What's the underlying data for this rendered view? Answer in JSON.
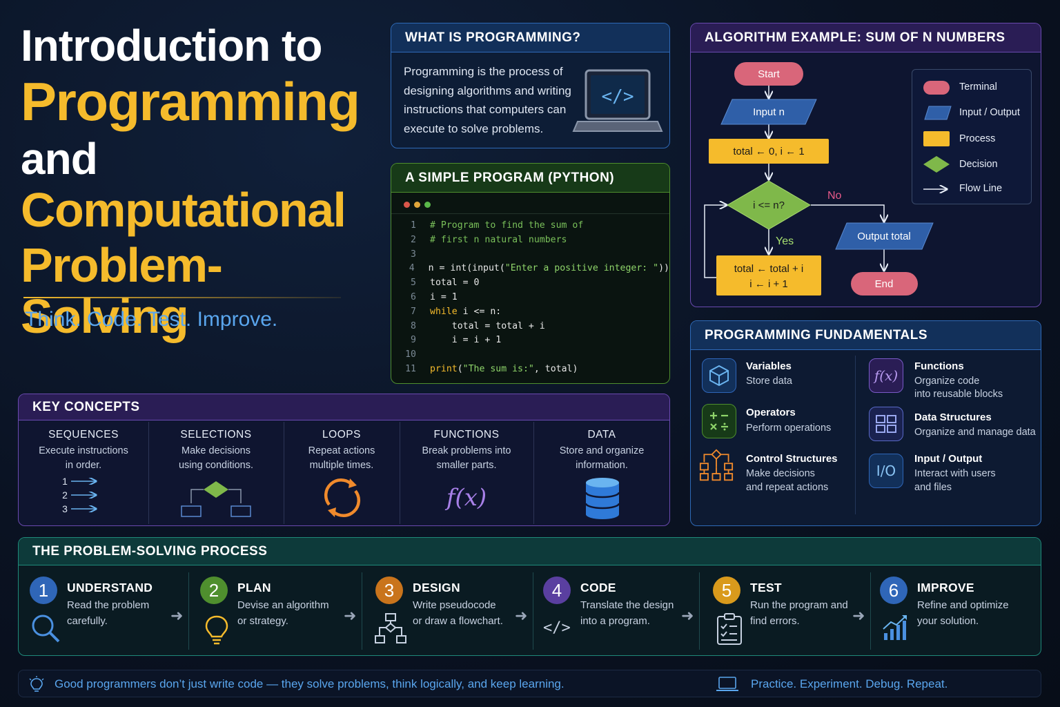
{
  "title": {
    "line1": "Introduction to",
    "line2": "Programming",
    "line3": "and",
    "line4": "Computational",
    "line5": "Problem-Solving",
    "tagline": "Think. Code. Test. Improve."
  },
  "what_is": {
    "heading": "WHAT IS PROGRAMMING?",
    "body": "Programming is the process of designing algorithms and writing instructions that computers can execute to solve problems.",
    "icon": "laptop-code-icon"
  },
  "code_panel": {
    "heading": "A SIMPLE PROGRAM (PYTHON)",
    "lines": [
      {
        "num": "1",
        "text": "# Program to find the sum of"
      },
      {
        "num": "2",
        "text": "# first n natural numbers"
      },
      {
        "num": "3",
        "text": ""
      },
      {
        "num": "4",
        "text": "n = int(input(\"Enter a positive integer: \"))"
      },
      {
        "num": "5",
        "text": "total = 0"
      },
      {
        "num": "6",
        "text": "i = 1"
      },
      {
        "num": "7",
        "text": "while i <= n:"
      },
      {
        "num": "8",
        "text": "    total = total + i"
      },
      {
        "num": "9",
        "text": "    i = i + 1"
      },
      {
        "num": "10",
        "text": ""
      },
      {
        "num": "11",
        "text": "print(\"The sum is:\", total)"
      }
    ]
  },
  "algorithm": {
    "heading": "ALGORITHM EXAMPLE: SUM OF N NUMBERS",
    "start": "Start",
    "input": "Input n",
    "init": "total ← 0, i ← 1",
    "decision": "i <= n?",
    "no": "No",
    "yes": "Yes",
    "body1": "total ← total + i",
    "body2": "i ← i + 1",
    "output": "Output total",
    "end": "End",
    "legend": [
      "Terminal",
      "Input / Output",
      "Process",
      "Decision",
      "Flow Line"
    ],
    "colors": {
      "terminal": "#d9667a",
      "io": "#2f5fa8",
      "process": "#f5bb2c",
      "decision": "#7fb84a"
    }
  },
  "fundamentals": {
    "heading": "PROGRAMMING FUNDAMENTALS",
    "items": [
      {
        "title": "Variables",
        "desc1": "Store data",
        "desc2": "",
        "icon": "cube-icon"
      },
      {
        "title": "Operators",
        "desc1": "Perform operations",
        "desc2": "",
        "icon": "operators-icon"
      },
      {
        "title": "Control Structures",
        "desc1": "Make decisions",
        "desc2": "and repeat actions",
        "icon": "flow-structure-icon"
      },
      {
        "title": "Functions",
        "desc1": "Organize code",
        "desc2": "into reusable blocks",
        "icon": "function-icon"
      },
      {
        "title": "Data Structures",
        "desc1": "Organize and manage data",
        "desc2": "",
        "icon": "grid-icon"
      },
      {
        "title": "Input / Output",
        "desc1": "Interact with users",
        "desc2": "and files",
        "icon": "io-icon"
      }
    ],
    "fx_glyph": "f(x)",
    "io_glyph": "I/O"
  },
  "key_concepts": {
    "heading": "KEY CONCEPTS",
    "items": [
      {
        "title": "SEQUENCES",
        "desc1": "Execute instructions",
        "desc2": "in order.",
        "icon": "numbered-arrows-icon"
      },
      {
        "title": "SELECTIONS",
        "desc1": "Make decisions",
        "desc2": "using conditions.",
        "icon": "branch-icon"
      },
      {
        "title": "LOOPS",
        "desc1": "Repeat actions",
        "desc2": "multiple times.",
        "icon": "loop-icon"
      },
      {
        "title": "FUNCTIONS",
        "desc1": "Break problems into",
        "desc2": "smaller parts.",
        "icon": "function-icon"
      },
      {
        "title": "DATA",
        "desc1": "Store and organize",
        "desc2": "information.",
        "icon": "database-icon"
      }
    ],
    "seq_nums": [
      "1",
      "2",
      "3"
    ],
    "fx_glyph": "f(x)"
  },
  "process": {
    "heading": "THE PROBLEM-SOLVING PROCESS",
    "steps": [
      {
        "num": "1",
        "title": "UNDERSTAND",
        "desc1": "Read the problem",
        "desc2": "carefully.",
        "icon": "magnifier-icon",
        "color": "#2f66b8"
      },
      {
        "num": "2",
        "title": "PLAN",
        "desc1": "Devise an algorithm",
        "desc2": "or strategy.",
        "icon": "lightbulb-icon",
        "color": "#4f8f2e"
      },
      {
        "num": "3",
        "title": "DESIGN",
        "desc1": "Write pseudocode",
        "desc2": "or draw a flowchart.",
        "icon": "flowchart-icon",
        "color": "#c9741c"
      },
      {
        "num": "4",
        "title": "CODE",
        "desc1": "Translate the design",
        "desc2": "into a program.",
        "icon": "code-icon",
        "color": "#5a3fa0"
      },
      {
        "num": "5",
        "title": "TEST",
        "desc1": "Run the program and",
        "desc2": "find errors.",
        "icon": "clipboard-check-icon",
        "color": "#d99a1c"
      },
      {
        "num": "6",
        "title": "IMPROVE",
        "desc1": "Refine and optimize",
        "desc2": "your solution.",
        "icon": "growth-chart-icon",
        "color": "#2f66b8"
      }
    ]
  },
  "footer": {
    "left": "Good programmers don’t just write code — they solve problems, think logically, and keep learning.",
    "right": "Practice. Experiment. Debug. Repeat.",
    "left_icon": "lightbulb-icon",
    "right_icon": "laptop-icon"
  }
}
